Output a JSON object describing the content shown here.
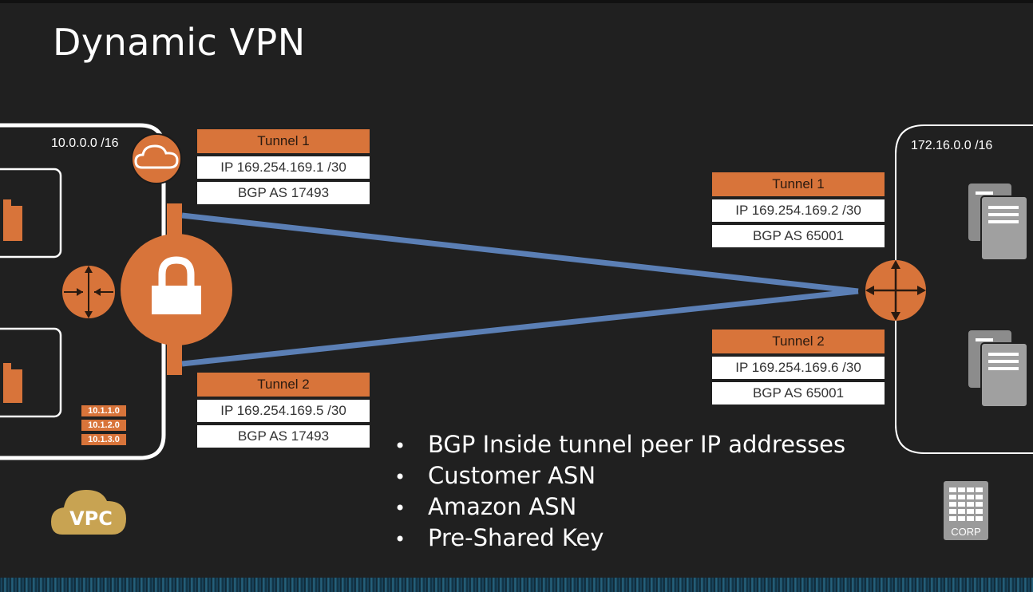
{
  "title": "Dynamic VPN",
  "vpc": {
    "cidr": "10.0.0.0 /16",
    "logo_label": "VPC",
    "subnets": [
      "10.1.1.0",
      "10.1.2.0",
      "10.1.3.0"
    ]
  },
  "corp": {
    "cidr": "172.16.0.0 /16",
    "logo_label": "CORP"
  },
  "aws_tunnels": [
    {
      "name": "Tunnel 1",
      "ip": "IP 169.254.169.1 /30",
      "bgp": "BGP AS 17493"
    },
    {
      "name": "Tunnel 2",
      "ip": "IP 169.254.169.5 /30",
      "bgp": "BGP AS 17493"
    }
  ],
  "corp_tunnels": [
    {
      "name": "Tunnel 1",
      "ip": "IP 169.254.169.2 /30",
      "bgp": "BGP AS 65001"
    },
    {
      "name": "Tunnel 2",
      "ip": "IP 169.254.169.6 /30",
      "bgp": "BGP AS 65001"
    }
  ],
  "bullets": [
    "BGP Inside tunnel peer IP addresses",
    "Customer ASN",
    "Amazon ASN",
    "Pre-Shared Key"
  ],
  "colors": {
    "accent": "#d8743a",
    "tunnel_line": "#5b7fb5",
    "background": "#202020"
  },
  "icons": [
    "cloud-icon",
    "lock-icon",
    "router-icon",
    "server-icon",
    "building-icon",
    "folder-icon"
  ]
}
